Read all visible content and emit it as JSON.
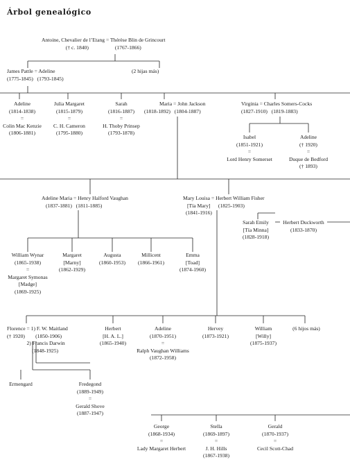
{
  "title": "Árbol genealógico",
  "nodes": {
    "root": [
      "Antoine, Chevalier de l’Etang = Thérèse Blin de Grincourt",
      "(† c. 1840)                    (1767-1866)"
    ],
    "pattle": [
      "James Pattle = Adeline",
      "(1775-1845)   (1793-1845)"
    ],
    "hijas2": [
      "(2 hijas más)"
    ],
    "adeline1": [
      "Adeline",
      "(1814-1838)",
      "=",
      "Colin Mac Kenzie",
      "(1806-1881)"
    ],
    "julia": [
      "Julia Margaret",
      "(1815-1879)",
      "=",
      "C. H. Cameron",
      "(1795-1880)"
    ],
    "sarah": [
      "Sarah",
      "(1816-1887)",
      "=",
      "H. Thoby Prinsep",
      "(1793-1878)"
    ],
    "maria": [
      "Maria = John Jackson",
      "(1818-1892)   (1804-1887)"
    ],
    "virginia": [
      "Virginia = Charles Somers-Cocks",
      "(1827-1910)   (1819-1883)"
    ],
    "isabel": [
      "Isabel",
      "(1851-1921)",
      "=",
      "Lord Henry Somerset"
    ],
    "adeline2": [
      "Adeline",
      "(† 1920)",
      "=",
      "Duque de Bedford",
      "(† 1893)"
    ],
    "admaria": [
      "Adeline Maria = Henry Halford Vaughan",
      "(1837-1881)   (1811-1885)"
    ],
    "marylou": [
      "Mary Louisa = Herbert William Fisher",
      "[Tía Mary]      (1825-1903)",
      "(1841-1916)"
    ],
    "sarahemily": [
      "Sarah Emily",
      "[Tía Minna]",
      "(1828-1918)"
    ],
    "duckworth": [
      "Herbert Duckworth",
      "(1833-1870)"
    ],
    "william": [
      "William Wynar",
      "(1865-1938)",
      "=",
      "Margaret Symonas",
      "[Madge]",
      "(1869-1925)"
    ],
    "margaret": [
      "Margaret",
      "[Marny]",
      "(1862-1929)"
    ],
    "augusta": [
      "Augusta",
      "(1860-1953)"
    ],
    "millicent": [
      "Millicent",
      "(1866-1961)"
    ],
    "emma": [
      "Emma",
      "[Toad]",
      "(1874-1960)"
    ],
    "florence": [
      "Florence = 1) F. W. Maitland",
      "(† 1920)        (1850-1906)",
      "               2) Francis Darwin",
      "                   (1848-1925)"
    ],
    "herbert": [
      "Herbert",
      "[H. A. L.]",
      "(1865-1940)"
    ],
    "adeline3": [
      "Adeline",
      "(1870-1951)",
      "=",
      "Ralph Vaughan Williams",
      "(1872-1958)"
    ],
    "hervey": [
      "Hervey",
      "(1873-1921)"
    ],
    "willy": [
      "William",
      "[Willy]",
      "(1875-1937)"
    ],
    "hijos6": [
      "(6 hijos más)"
    ],
    "ermengard": [
      "Ermengard"
    ],
    "fredegond": [
      "Fredegond",
      "(1889-1949)",
      "=",
      "Gerald Shove",
      "(1887-1947)"
    ],
    "george": [
      "George",
      "(1868-1934)",
      "=",
      "Lady Margaret Herbert"
    ],
    "stella": [
      "Stella",
      "(1869-1897)",
      "=",
      "J. H. Hills",
      "(1867-1938)"
    ],
    "gerald": [
      "Gerald",
      "(1870-1937)",
      "=",
      "Cecil Scott-Chad"
    ]
  }
}
